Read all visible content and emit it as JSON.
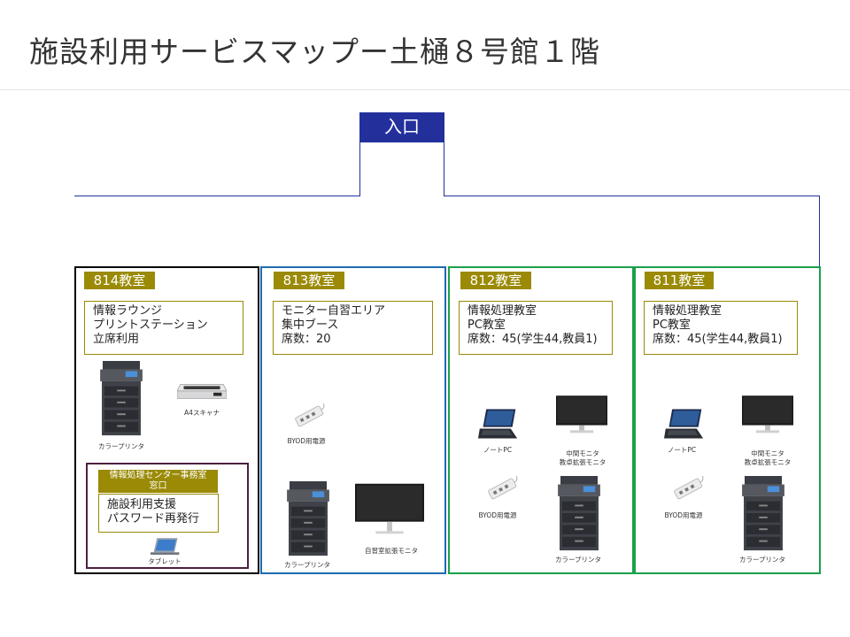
{
  "title": "施設利用サービスマップー土樋８号館１階",
  "entrance": "入口",
  "colors": {
    "entrance": "#23309c",
    "tag": "#9a8a06",
    "room_814": "#000000",
    "room_813": "#1f6bb0",
    "room_812": "#1aa04a",
    "room_811": "#1aa04a",
    "office": "#4d2040"
  },
  "rooms": {
    "r814": {
      "tag": "814教室",
      "lines": [
        "情報ラウンジ",
        "プリントステーション",
        "立席利用"
      ],
      "printer": "カラープリンタ",
      "scanner": "A4スキャナ",
      "office": {
        "tag_line1": "情報処理センター事務室",
        "tag_line2": "窓口",
        "lines": [
          "施設利用支援",
          "パスワード再発行"
        ],
        "tablet": "タブレット"
      }
    },
    "r813": {
      "tag": "813教室",
      "lines": [
        "モニター自習エリア",
        "集中ブース",
        "席数：20"
      ],
      "power": "BYOD用電源",
      "printer": "カラープリンタ",
      "monitor": "自習室拡張モニタ"
    },
    "r812": {
      "tag": "812教室",
      "lines": [
        "情報処理教室",
        "PC教室",
        "席数：45(学生44,教員1)"
      ],
      "laptop": "ノートPC",
      "monitor_line1": "中間モニタ",
      "monitor_line2": "教卓拡張モニタ",
      "power": "BYOD用電源",
      "printer": "カラープリンタ"
    },
    "r811": {
      "tag": "811教室",
      "lines": [
        "情報処理教室",
        "PC教室",
        "席数：45(学生44,教員1)"
      ],
      "laptop": "ノートPC",
      "monitor_line1": "中間モニタ",
      "monitor_line2": "教卓拡張モニタ",
      "power": "BYOD用電源",
      "printer": "カラープリンタ"
    }
  }
}
